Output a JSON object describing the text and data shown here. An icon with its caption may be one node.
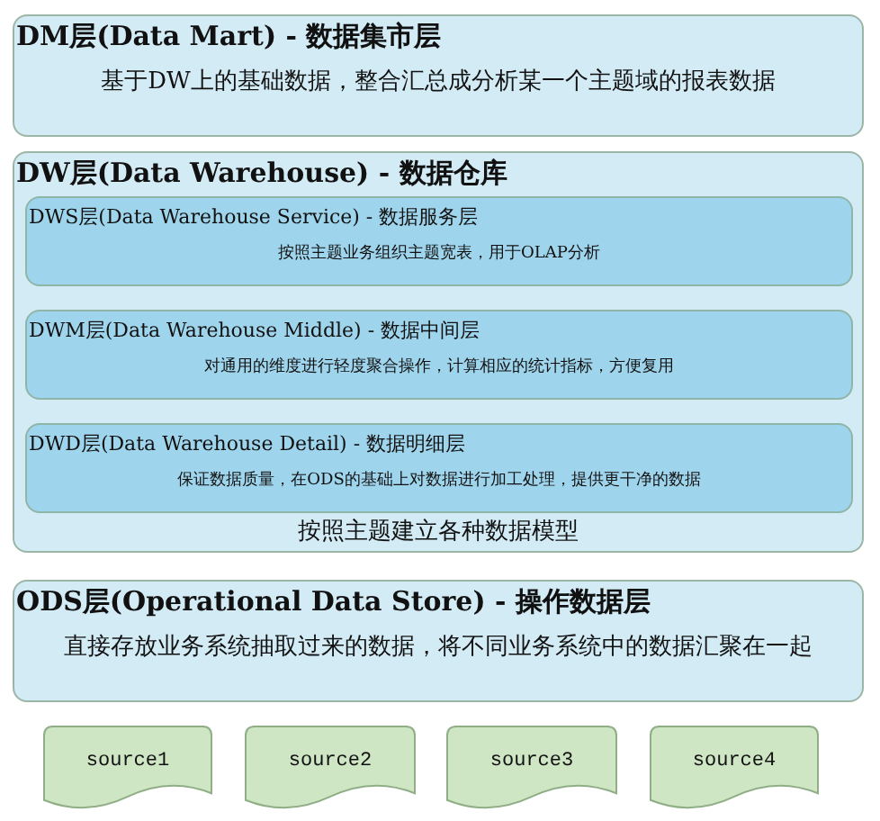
{
  "diagram": {
    "nodes": [
      {
        "text": [
          "DM层(Data Mart) - 数据集市层",
          "基于DW上的基础数据，整合汇总成分析某一个主题域的报表数据"
        ]
      },
      {
        "text": [
          "DW层(Data Warehouse) - 数据仓库",
          "按照主题建立各种数据模型"
        ]
      },
      {
        "text": [
          "DWS层(Data Warehouse Service) - 数据服务层",
          "按照主题业务组织主题宽表，用于OLAP分析"
        ],
        "in": 1
      },
      {
        "text": [
          "DWM层(Data Warehouse Middle) - 数据中间层",
          "对通用的维度进行轻度聚合操作，计算相应的统计指标，方便复用"
        ],
        "in": 1
      },
      {
        "text": [
          "DWD层(Data Warehouse Detail) - 数据明细层",
          "保证数据质量，在ODS的基础上对数据进行加工处理，提供更干净的数据"
        ],
        "in": 1
      },
      {
        "text": [
          "ODS层(Operational Data Store) - 操作数据层",
          "直接存放业务系统抽取过来的数据，将不同业务系统中的数据汇聚在一起"
        ]
      },
      {
        "text": [
          "source1"
        ]
      },
      {
        "text": [
          "source2"
        ]
      },
      {
        "text": [
          "source3"
        ]
      },
      {
        "text": [
          "source4"
        ]
      }
    ]
  }
}
